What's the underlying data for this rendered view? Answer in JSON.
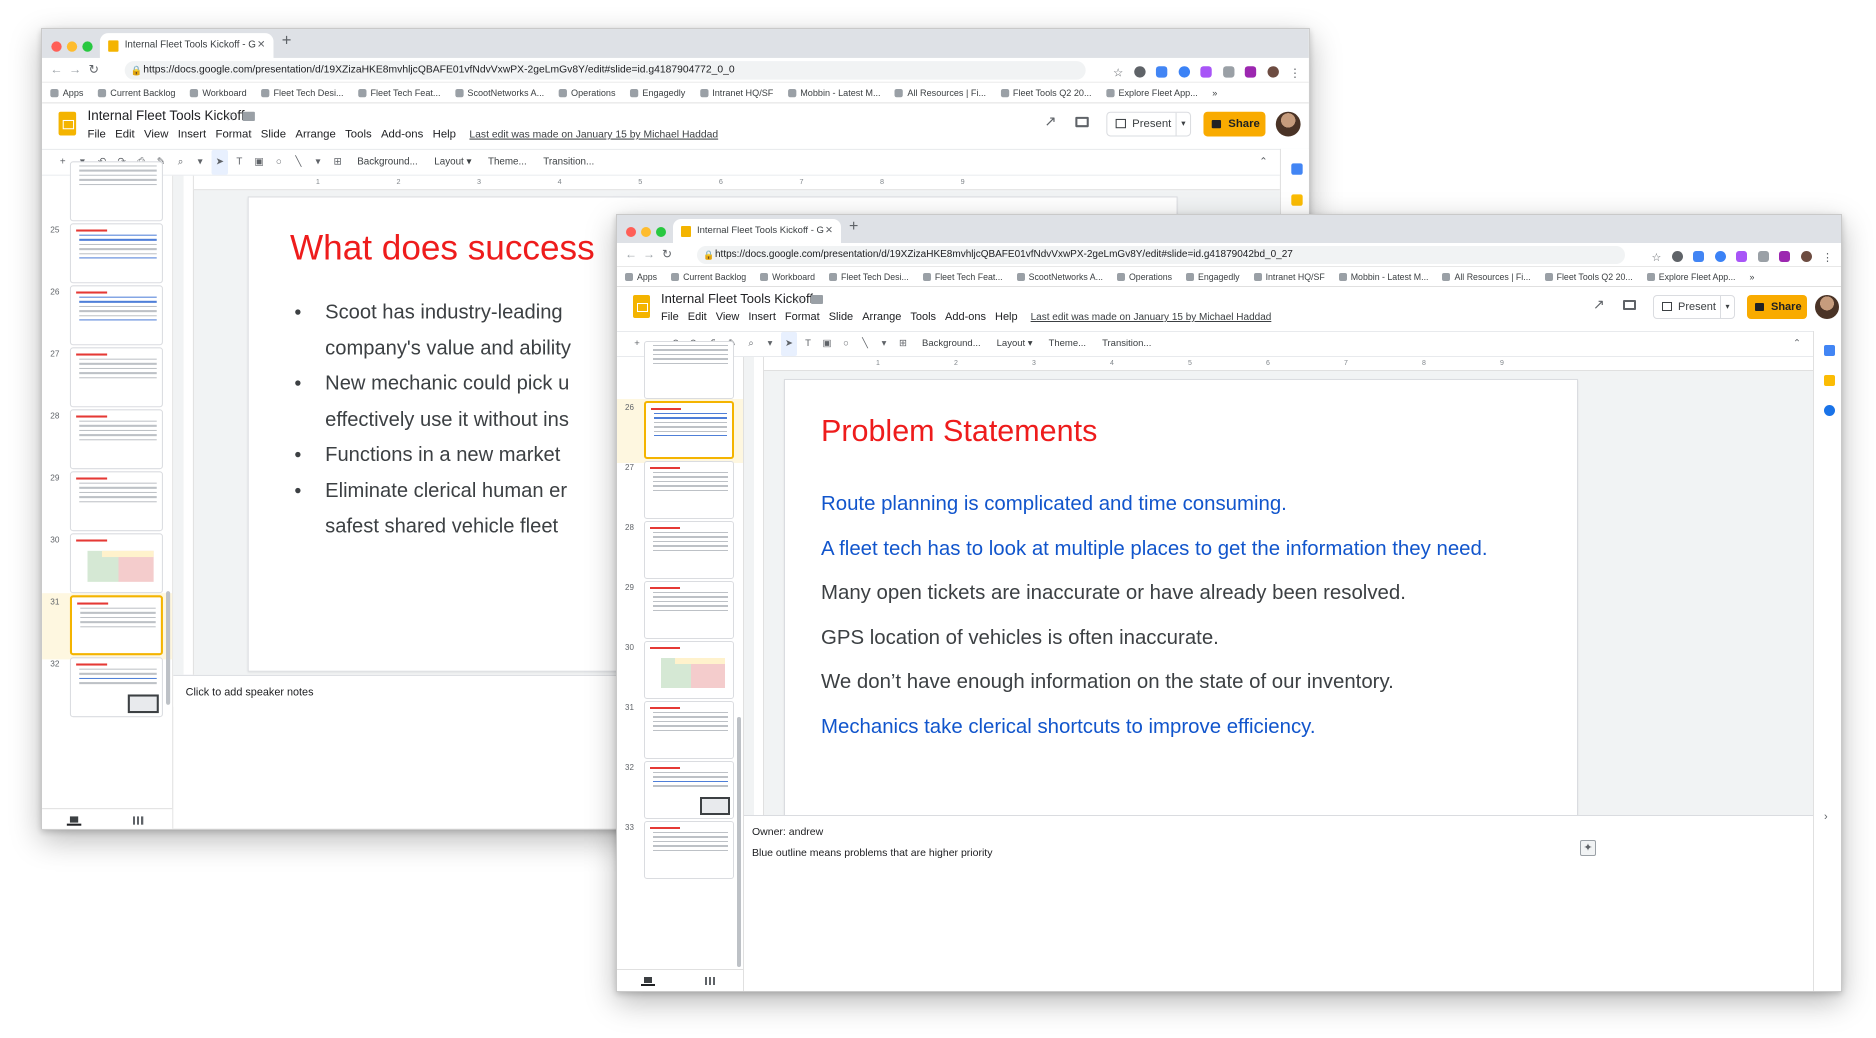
{
  "win_back": {
    "tab_title": "Internal Fleet Tools Kickoff - G",
    "url": "https://docs.google.com/presentation/d/19XZizaHKE8mvhljcQBAFE01vfNdvVxwPX-2geLmGv8Y/edit#slide=id.g4187904772_0_0",
    "doc_title": "Internal Fleet Tools Kickoff",
    "slide_title": "What does success",
    "bullets": [
      "Scoot has industry-leading",
      "company's value and ability",
      "New mechanic could pick u",
      "effectively use it without ins",
      "Functions in a new market",
      "Eliminate clerical human er",
      "safest shared vehicle fleet"
    ],
    "notes": "Click to add speaker notes",
    "thumbs": [
      {
        "num": "",
        "kind": "text"
      },
      {
        "num": "25",
        "kind": "problems"
      },
      {
        "num": "26",
        "kind": "problems"
      },
      {
        "num": "27",
        "kind": "text"
      },
      {
        "num": "28",
        "kind": "text"
      },
      {
        "num": "29",
        "kind": "text"
      },
      {
        "num": "30",
        "kind": "grid"
      },
      {
        "num": "31",
        "kind": "text"
      },
      {
        "num": "32",
        "kind": "feedback"
      }
    ],
    "active_thumb": "31"
  },
  "win_front": {
    "tab_title": "Internal Fleet Tools Kickoff - G",
    "url": "https://docs.google.com/presentation/d/19XZizaHKE8mvhljcQBAFE01vfNdvVxwPX-2geLmGv8Y/edit#slide=id.g41879042bd_0_27",
    "doc_title": "Internal Fleet Tools Kickoff",
    "slide_title": "Problem  Statements",
    "lines": [
      {
        "text": "Route planning is complicated and time consuming.",
        "color": "#1155cc"
      },
      {
        "text": "A fleet tech has to look at multiple places to get the information they need.",
        "color": "#1155cc"
      },
      {
        "text": "Many open tickets are inaccurate or have already been resolved.",
        "color": "#3c4043"
      },
      {
        "text": "GPS location of vehicles is often inaccurate.",
        "color": "#3c4043"
      },
      {
        "text": "We don’t have enough information on the state of our inventory.",
        "color": "#3c4043"
      },
      {
        "text": "Mechanics take clerical shortcuts to improve efficiency.",
        "color": "#1155cc"
      }
    ],
    "notes_owner": "Owner: andrew",
    "notes_blue": "Blue outline means problems that are higher priority",
    "thumbs": [
      {
        "num": "",
        "kind": "text"
      },
      {
        "num": "26",
        "kind": "problems"
      },
      {
        "num": "27",
        "kind": "text"
      },
      {
        "num": "28",
        "kind": "text"
      },
      {
        "num": "29",
        "kind": "text"
      },
      {
        "num": "30",
        "kind": "grid"
      },
      {
        "num": "31",
        "kind": "text"
      },
      {
        "num": "32",
        "kind": "feedback"
      },
      {
        "num": "33",
        "kind": "text"
      }
    ],
    "active_thumb": "26"
  },
  "common": {
    "bookmarks": [
      "Apps",
      "Current Backlog",
      "Workboard",
      "Fleet Tech Desi...",
      "Fleet Tech Feat...",
      "ScootNetworks A...",
      "Operations",
      "Engagedly",
      "Intranet HQ/SF",
      "Mobbin - Latest M...",
      "All Resources | Fi...",
      "Fleet Tools Q2 20...",
      "Explore Fleet App..."
    ],
    "bookmarks_more": "»",
    "menu": [
      "File",
      "Edit",
      "View",
      "Insert",
      "Format",
      "Slide",
      "Arrange",
      "Tools",
      "Add-ons",
      "Help"
    ],
    "last_edit": "Last edit was made on January 15 by Michael Haddad",
    "present": "Present",
    "share": "Share",
    "toolbar_background": "Background...",
    "toolbar_layout": "Layout ▾",
    "toolbar_theme": "Theme...",
    "toolbar_transition": "Transition...",
    "ruler_nums": [
      "1",
      "2",
      "3",
      "4",
      "5",
      "6",
      "7",
      "8",
      "9"
    ],
    "colors": {
      "accent_yellow": "#f9ab00",
      "slide_red": "#ee1c1c",
      "slide_blue": "#1155cc"
    }
  }
}
